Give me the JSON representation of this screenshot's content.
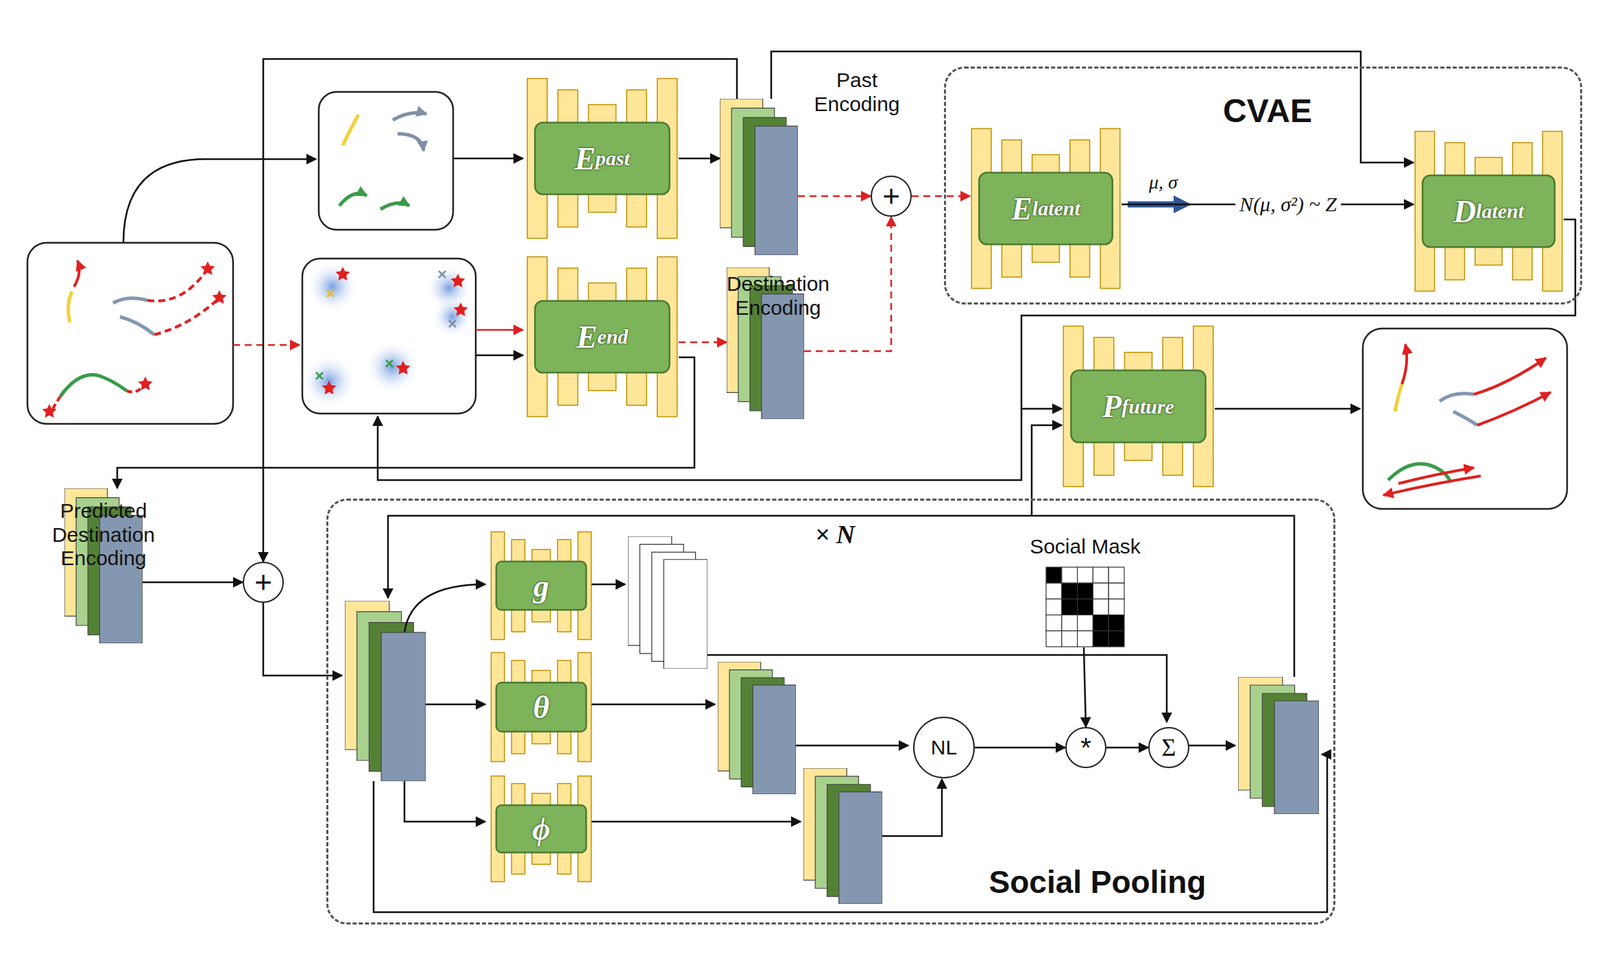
{
  "diagram": {
    "nodes": [
      {
        "text": [
          "CVAE"
        ]
      },
      {
        "text": [
          "E",
          "latent"
        ],
        "in": 0
      },
      {
        "text": [
          "D",
          "latent"
        ],
        "in": 0
      },
      {
        "text": [
          "E",
          "past"
        ]
      },
      {
        "text": [
          "Past Encoding"
        ]
      },
      {
        "text": [
          "+"
        ]
      },
      {
        "text": [
          "E",
          "end"
        ]
      },
      {
        "text": [
          "Destination Encoding"
        ]
      },
      {
        "text": [
          "P",
          "future"
        ]
      },
      {
        "text": [
          "Predicted Destination Encoding"
        ]
      },
      {
        "text": [
          "+"
        ]
      },
      {
        "text": [
          "Social Pooling"
        ]
      },
      {
        "text": [
          "g"
        ],
        "in": 11
      },
      {
        "text": [
          "θ"
        ],
        "in": 11
      },
      {
        "text": [
          "ϕ"
        ],
        "in": 11
      },
      {
        "text": [
          "NL"
        ],
        "in": 11
      },
      {
        "text": [
          "*"
        ],
        "in": 11
      },
      {
        "text": [
          "Σ"
        ],
        "in": 11
      },
      {
        "text": [
          "Social Mask"
        ],
        "in": 11
      }
    ],
    "edges": [
      {
        "from": 3,
        "to": 4,
        "arrow": "to"
      },
      {
        "from": 4,
        "to": 5,
        "arrow": "to"
      },
      {
        "from": 7,
        "to": 5,
        "arrow": "to"
      },
      {
        "from": 5,
        "to": 1,
        "arrow": "to"
      },
      {
        "from": 1,
        "to": 2,
        "label": "N(μ, σ²) ~ Z",
        "arrow": "to"
      },
      {
        "from": 4,
        "to": 2,
        "arrow": "to"
      },
      {
        "from": 6,
        "to": 7,
        "arrow": "to"
      },
      {
        "from": 2,
        "to": 8,
        "arrow": "to"
      },
      {
        "from": 11,
        "to": 8,
        "arrow": "to"
      },
      {
        "from": 4,
        "to": 10,
        "arrow": "to"
      },
      {
        "from": 9,
        "to": 10,
        "arrow": "to"
      },
      {
        "from": 6,
        "to": 9,
        "arrow": "to"
      },
      {
        "from": 15,
        "to": 16,
        "arrow": "to"
      },
      {
        "from": 18,
        "to": 16,
        "arrow": "to"
      },
      {
        "from": 16,
        "to": 17,
        "arrow": "to"
      }
    ],
    "labels": [
      "μ, σ",
      "× N"
    ]
  }
}
